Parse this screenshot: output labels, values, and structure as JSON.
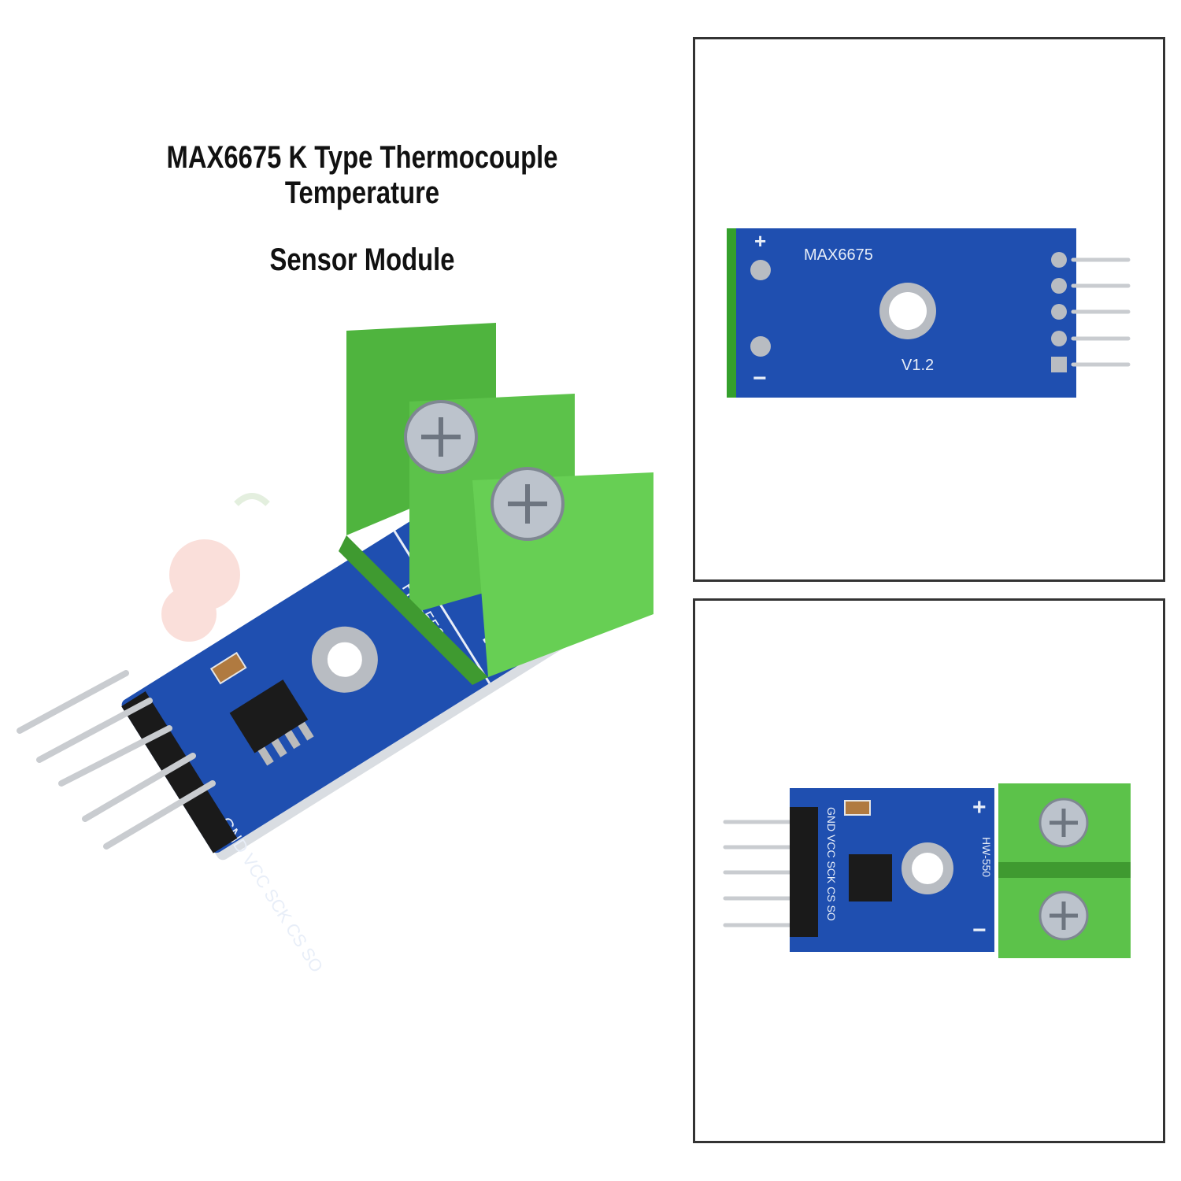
{
  "title": {
    "line1": "MAX6675 K Type Thermocouple Temperature",
    "line2": "Sensor Module"
  },
  "main_view": {
    "pcb_label": "HW-550",
    "plus_sign": "+",
    "minus_sign": "−",
    "pin_labels": "GND VCC SCK CS SO"
  },
  "back_view": {
    "chip_label": "MAX6675",
    "version_label": "V1.2",
    "plus_sign": "+",
    "minus_sign": "−"
  },
  "top_view": {
    "pcb_label": "HW-550",
    "plus_sign": "+",
    "minus_sign": "−",
    "pin_labels": "GND VCC SCK CS SO"
  },
  "colors": {
    "pcb_blue": "#1f4fb0",
    "terminal_green": "#5cc24a",
    "pin_silver": "#c9ccd0",
    "header_black": "#1a1a1a"
  }
}
